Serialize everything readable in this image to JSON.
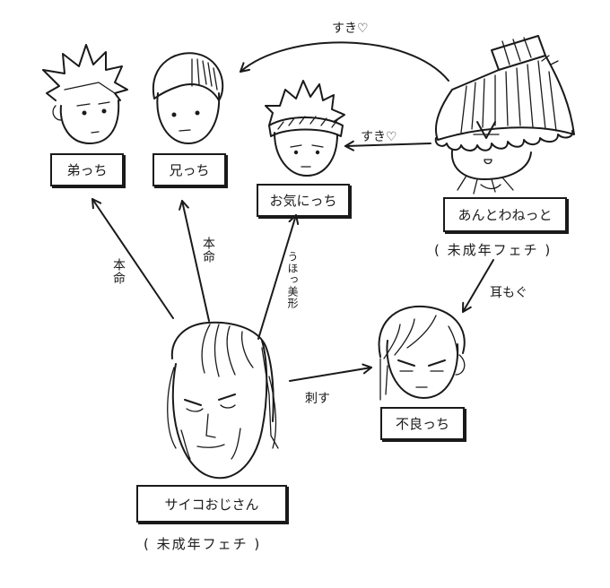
{
  "nodes": {
    "otouto": "弟っち",
    "ani": "兄っち",
    "okini": "お気にっち",
    "antoinette": "あんとわねっと",
    "antoinette_note": "( 未成年フェチ )",
    "furyo": "不良っち",
    "saiko": "サイコおじさん",
    "saiko_note": "( 未成年フェチ )"
  },
  "edges": {
    "antoinette_to_ani": "すき♡",
    "antoinette_to_okini": "すき♡",
    "antoinette_to_furyo": "耳もぐ",
    "saiko_to_otouto": "本命",
    "saiko_to_ani": "本命",
    "saiko_to_okini": "うほっ美形",
    "saiko_to_furyo": "刺す"
  }
}
